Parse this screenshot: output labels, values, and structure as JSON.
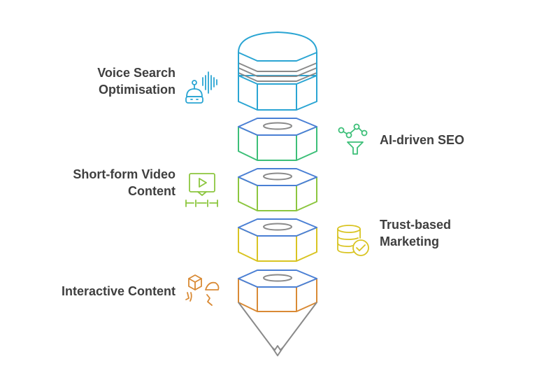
{
  "diagram": {
    "stages": [
      {
        "id": "voice",
        "label_line1": "Voice Search",
        "label_line2": "Optimisation",
        "icon": "voice-assistant-robot-icon",
        "color": "#2aa5d3"
      },
      {
        "id": "ai",
        "label_line1": "AI-driven SEO",
        "label_line2": "",
        "icon": "network-funnel-icon",
        "color": "#3cbf78"
      },
      {
        "id": "video",
        "label_line1": "Short-form Video",
        "label_line2": "Content",
        "icon": "video-timeline-icon",
        "color": "#8cc63f"
      },
      {
        "id": "trust",
        "label_line1": "Trust-based",
        "label_line2": "Marketing",
        "icon": "database-check-icon",
        "color": "#d9c422"
      },
      {
        "id": "interactive",
        "label_line1": "Interactive Content",
        "label_line2": "",
        "icon": "interactive-shapes-icon",
        "color": "#d98a35"
      }
    ],
    "colors": {
      "nut_top_outline": "#4a7fd4",
      "hole": "#8a8a8a",
      "label_text": "#3f3f3f",
      "band_gray": "#8a8a8a",
      "tip": "#8a8a8a"
    }
  }
}
